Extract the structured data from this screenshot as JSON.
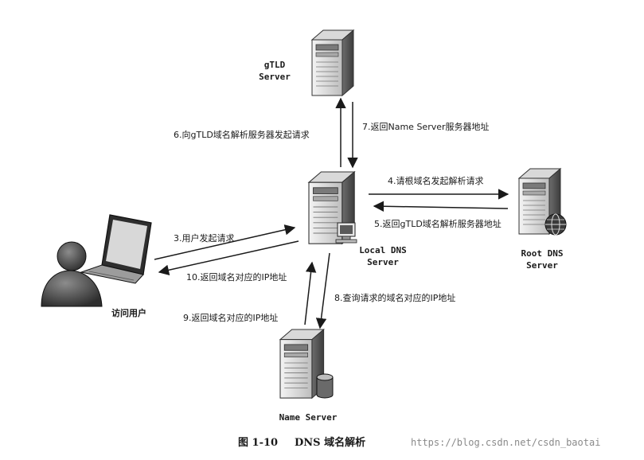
{
  "nodes": {
    "gtld": {
      "label_line1": "gTLD",
      "label_line2": "Server"
    },
    "local": {
      "label_line1": "Local DNS",
      "label_line2": "Server"
    },
    "root": {
      "label_line1": "Root DNS",
      "label_line2": "Server"
    },
    "name": {
      "label_line1": "Name Server"
    },
    "user": {
      "label_line1": "访问用户"
    }
  },
  "steps": {
    "s3": "3.用户发起请求",
    "s4": "4.请根域名发起解析请求",
    "s5": "5.返回gTLD域名解析服务器地址",
    "s6": "6.向gTLD域名解析服务器发起请求",
    "s7": "7.返回Name Server服务器地址",
    "s8": "8.查询请求的域名对应的IP地址",
    "s9": "9.返回域名对应的IP地址",
    "s10": "10.返回域名对应的IP地址"
  },
  "caption": {
    "figure": "图 1-10",
    "title": "DNS 域名解析",
    "watermark": "https://blog.csdn.net/csdn_baotai"
  },
  "colors": {
    "ink": "#1a1a1a",
    "server_dark": "#555555",
    "server_mid": "#9a9a9a",
    "server_light": "#e6e6e6"
  }
}
